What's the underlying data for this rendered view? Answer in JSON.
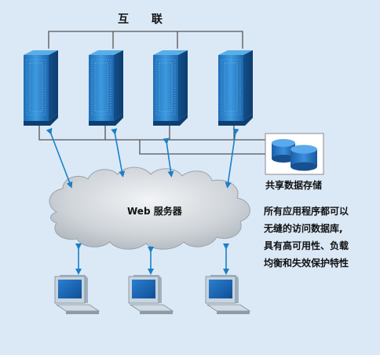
{
  "title": "互 联",
  "storage": {
    "label": "共享数据存储"
  },
  "cloud": {
    "label": "Web 服务器"
  },
  "note": {
    "lines": [
      "所有应用程序都可以",
      "无缝的访问数据库,",
      "具有高可用性、负载",
      "均衡和失效保护特性"
    ]
  },
  "colors": {
    "background": "#dbe9f7",
    "server_blue": "#2f8fd8",
    "cloud_fill": "#c8ced4",
    "arrow": "#1b7fc6",
    "line": "#555555"
  },
  "icons": [
    "server-icon",
    "database-icon",
    "cloud-icon",
    "computer-icon"
  ]
}
